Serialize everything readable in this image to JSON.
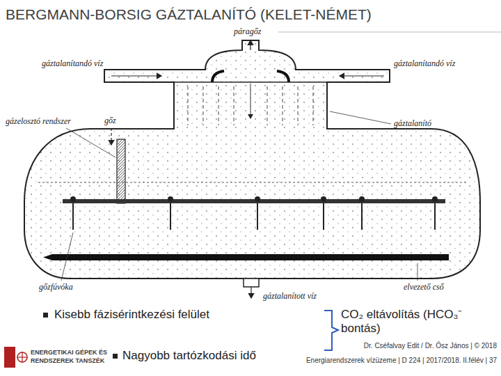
{
  "diagram": {
    "title": "BERGMANN-BORSIG GÁZTALANÍTÓ (KELET-NÉMET)",
    "labels": [
      "páragőz",
      "gáztalanítandó víz",
      "gáztalanítandó víz",
      "gőz",
      "gáztalanító",
      "gázelosztó rendszer",
      "gőzfúvóka",
      "elvezető cső",
      "gáztalanított víz",
      "Kisebb fázisérintkezési felület",
      "Nagyobb tartózkodási idő",
      "CO₂ eltávolítás (HCO₃⁻ bontás)",
      "Dr. Cséfalvay Edit / Dr. Ősz János | © 2018",
      "Energiarendszerek vízüzeme | D 224 | 2017/2018. II.félév | 37",
      "ENERGETIKAI GÉPEK ÉS RENDSZEREK TANSZÉK"
    ]
  }
}
